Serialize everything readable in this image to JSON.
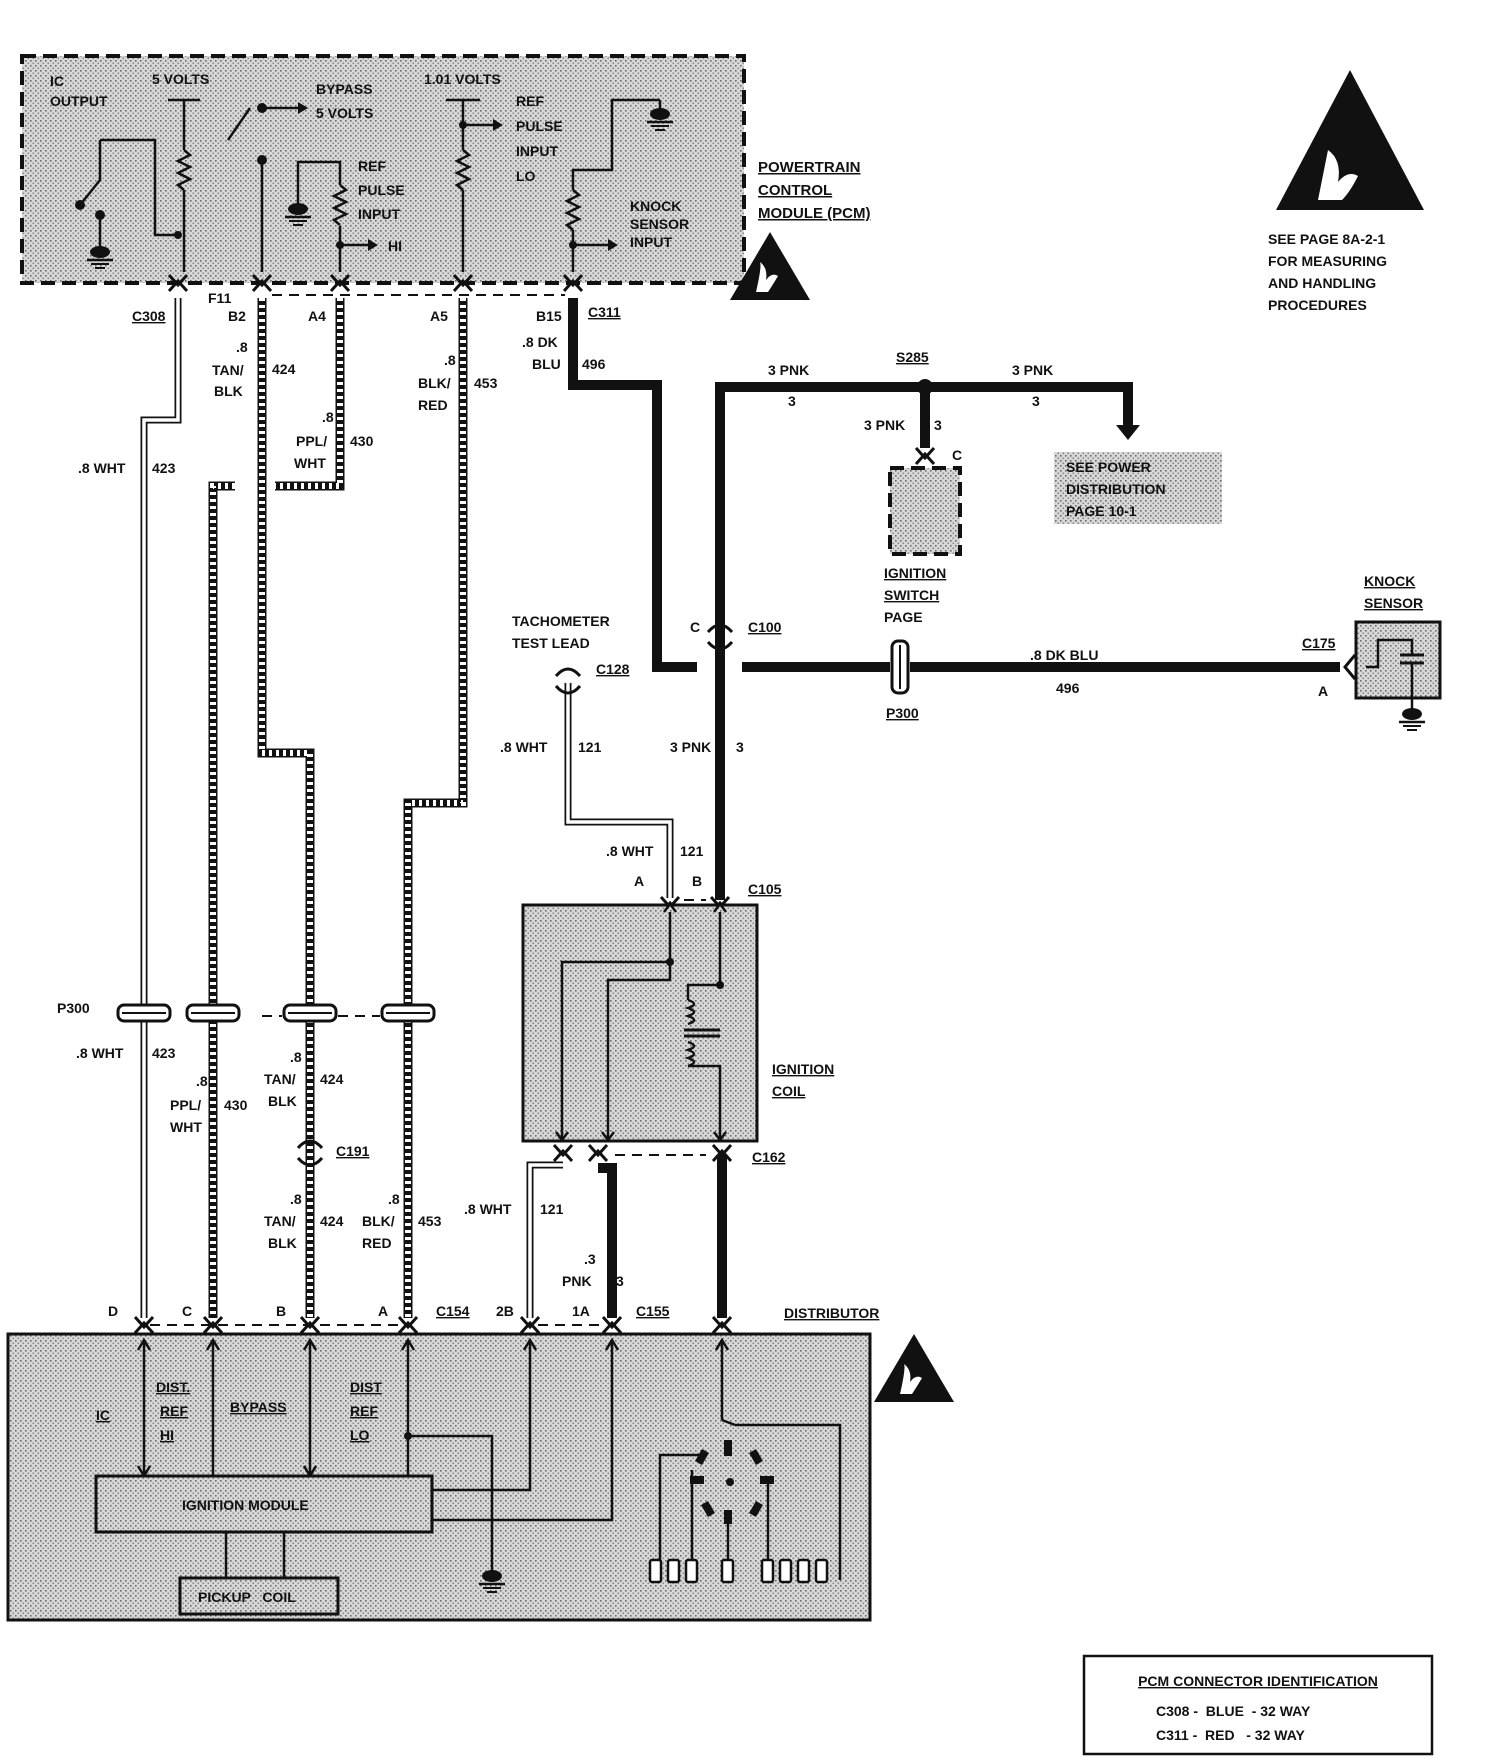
{
  "pcm": {
    "title_lines": [
      "POWERTRAIN",
      "CONTROL",
      "MODULE (PCM)"
    ],
    "ic_output_lines": [
      "IC",
      "OUTPUT"
    ],
    "five_volts": "5 VOLTS",
    "bypass_lines": [
      "BYPASS",
      "5 VOLTS"
    ],
    "ref_pulse_hi_lines": [
      "REF",
      "PULSE",
      "INPUT"
    ],
    "hi": "HI",
    "one_volts": "1.01 VOLTS",
    "ref_pulse_lo_lines": [
      "REF",
      "PULSE",
      "INPUT",
      "LO"
    ],
    "knock_lines": [
      "KNOCK",
      "SENSOR",
      "INPUT"
    ]
  },
  "pins": {
    "f11": "F11",
    "b2": "B2",
    "a4": "A4",
    "a5": "A5",
    "b15": "B15"
  },
  "connectors": {
    "c308": "C308",
    "c311": "C311",
    "c100": "C100",
    "c128": "C128",
    "c105": "C105",
    "c162": "C162",
    "c191": "C191",
    "c154": "C154",
    "c155": "C155",
    "c175": "C175",
    "p300": "P300",
    "s285": "S285"
  },
  "wires": {
    "w423": {
      "gauge": ".8 WHT",
      "circuit": "423"
    },
    "w424": {
      "gauge_lines": [
        ".8",
        "TAN/",
        "BLK"
      ],
      "circuit": "424"
    },
    "w430": {
      "gauge_lines": [
        ".8",
        "PPL/",
        "WHT"
      ],
      "circuit": "430"
    },
    "w453": {
      "gauge_lines": [
        ".8",
        "BLK/",
        "RED"
      ],
      "circuit": "453"
    },
    "w496": {
      "gauge_lines": [
        ".8 DK",
        "BLU"
      ],
      "circuit": "496"
    },
    "w496_knock": {
      "gauge": ".8 DK BLU",
      "circuit": "496"
    },
    "w3pnk": {
      "gauge": "3 PNK",
      "circuit": "3"
    },
    "w121": {
      "gauge": ".8 WHT",
      "circuit": "121"
    },
    "w3pnk_small": {
      "gauge_lines": [
        ".3",
        "PNK"
      ],
      "circuit": "3"
    }
  },
  "letters": {
    "c": "C",
    "a": "A",
    "b": "B",
    "d": "D",
    "two_b": "2B",
    "one_a": "1A"
  },
  "power_note_lines": [
    "SEE POWER",
    "DISTRIBUTION",
    "PAGE 10-1"
  ],
  "ignition_switch_lines": [
    "IGNITION",
    "SWITCH",
    "PAGE"
  ],
  "tachometer_lines": [
    "TACHOMETER",
    "TEST LEAD"
  ],
  "ignition_coil_lines": [
    "IGNITION",
    "COIL"
  ],
  "knock_sensor_lines": [
    "KNOCK",
    "SENSOR"
  ],
  "distributor": {
    "title": "DISTRIBUTOR",
    "ic": "IC",
    "dist_ref_hi_lines": [
      "DIST.",
      "REF",
      "HI"
    ],
    "bypass": "BYPASS",
    "dist_ref_lo_lines": [
      "DIST",
      "REF",
      "LO"
    ],
    "ignition_module": "IGNITION MODULE",
    "pickup_coil": "PICKUP   COIL"
  },
  "esd_note_lines": [
    "SEE PAGE 8A-2-1",
    "FOR MEASURING",
    "AND HANDLING",
    "PROCEDURES"
  ],
  "connector_id": {
    "title": "PCM CONNECTOR IDENTIFICATION",
    "rows": [
      "C308 -  BLUE  - 32 WAY",
      "C311 -  RED   - 32 WAY"
    ]
  },
  "icons": [
    "esd-warning-icon",
    "ground-icon",
    "coil-winding-icon",
    "spark-plug-icon"
  ]
}
